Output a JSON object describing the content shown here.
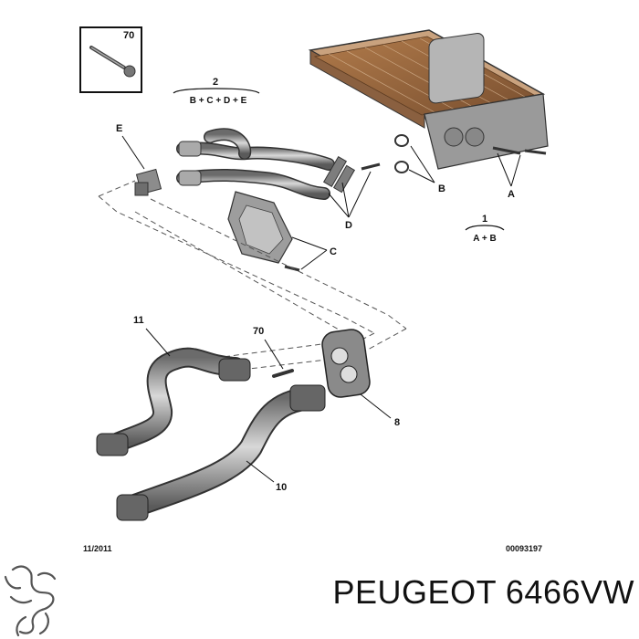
{
  "callouts": {
    "bolt_box_top": "70",
    "heater_kit": "2",
    "heater_kit_parts": "B + C + D + E",
    "e": "E",
    "b": "B",
    "a": "A",
    "d": "D",
    "c": "C",
    "kit_1": "1",
    "kit_1_parts": "A + B",
    "hose_11": "11",
    "bolt_70": "70",
    "flange_8": "8",
    "hose_10": "10"
  },
  "footer": {
    "date": "11/2011",
    "ref_number": "00093197"
  },
  "brand": {
    "logo_icon": "peugeot-lion-logo-icon",
    "caption": "PEUGEOT 6466VW"
  }
}
